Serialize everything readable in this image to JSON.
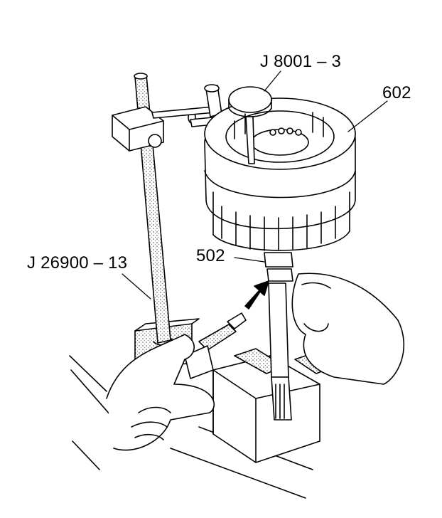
{
  "figure": {
    "callouts": {
      "tool_dial_indicator": "J 8001 – 3",
      "part_602": "602",
      "part_502": "502",
      "tool_post": "J 26900 – 13"
    }
  },
  "colors": {
    "ink": "#000000",
    "paper": "#ffffff",
    "stipple": "#c8c8c8"
  }
}
